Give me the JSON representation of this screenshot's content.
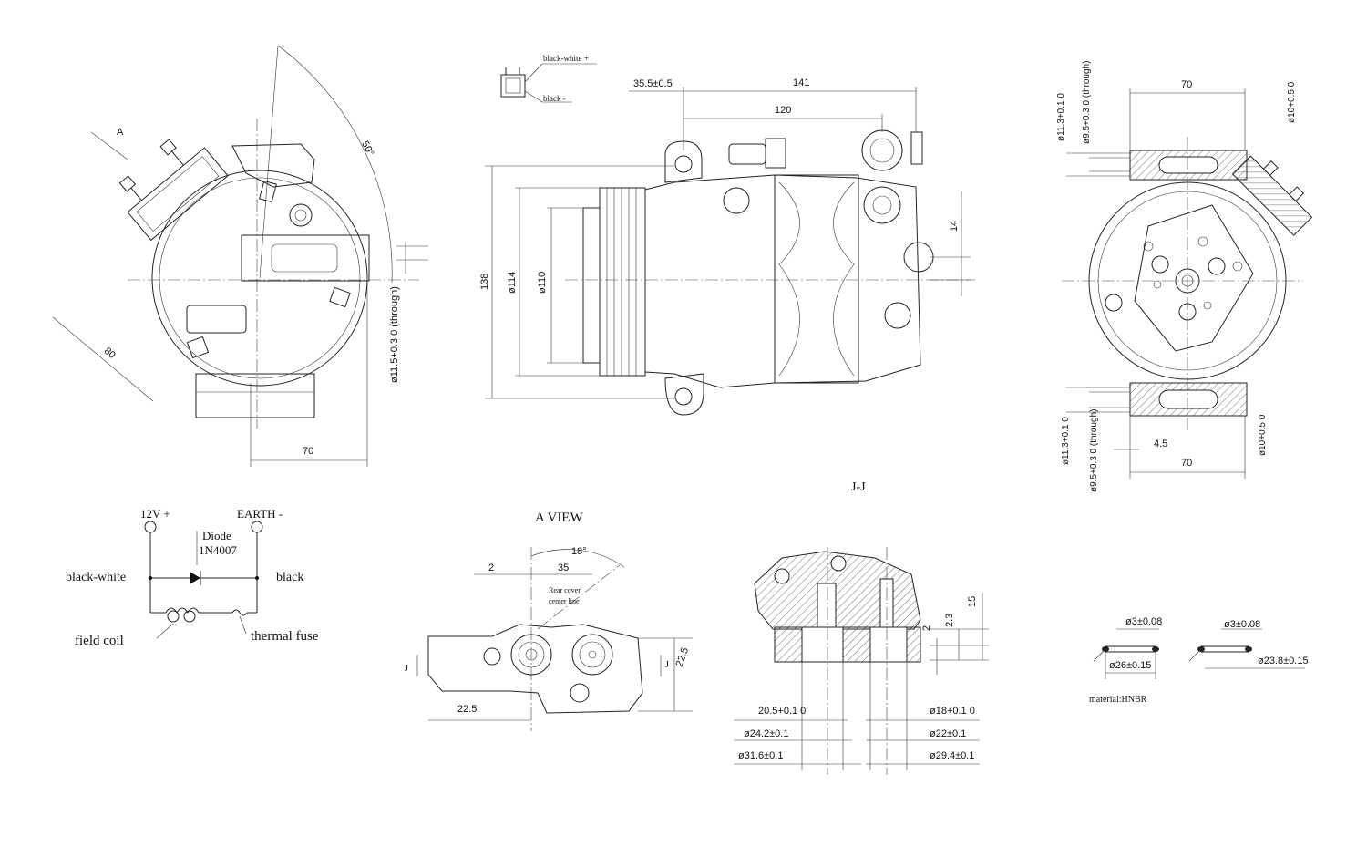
{
  "left_view": {
    "dim_A": "A",
    "dim_50": "50°",
    "dim_80": "80",
    "dim_70": "70",
    "dim_hole": "ø11.5+0.3 0 (through)"
  },
  "connector": {
    "black_white": "black-white +",
    "black": "black -"
  },
  "side_view": {
    "dim_35_5": "35.5±0.5",
    "dim_141": "141",
    "dim_120": "120",
    "dim_138": "138",
    "dim_114": "ø114",
    "dim_110": "ø110",
    "dim_14": "14"
  },
  "right_view": {
    "dim_70_top": "70",
    "dim_113_top": "ø11.3+0.1 0",
    "dim_95_top": "ø9.5+0.3 0 (through)",
    "dim_10_top": "ø10+0.5 0",
    "dim_113_bot": "ø11.3+0.1 0",
    "dim_95_bot": "ø9.5+0.3 0 (through)",
    "dim_4_5": "4.5",
    "dim_70_bot": "70",
    "dim_10_bot": "ø10+0.5 0"
  },
  "section_label": "J-J",
  "circuit": {
    "v12": "12V +",
    "earth": "EARTH -",
    "diode": "Diode",
    "diode_part": "1N4007",
    "black_white": "black-white",
    "black": "black",
    "field_coil": "field coil",
    "thermal_fuse": "thermal fuse"
  },
  "a_view": {
    "title": "A VIEW",
    "dim_18": "18°",
    "dim_2": "2",
    "dim_35": "35",
    "rear_cover_1": "Rear cover",
    "rear_cover_2": "center line",
    "dim_22_5_r": "22.5",
    "dim_22_5_b": "22.5",
    "j_left": "J",
    "j_right": "J"
  },
  "section_dims": {
    "dim_15": "15",
    "dim_2": "2",
    "dim_2_3": "2.3",
    "d20_5": "20.5+0.1 0",
    "d24_2": "ø24.2±0.1",
    "d31_6": "ø31.6±0.1",
    "d18": "ø18+0.1 0",
    "d22": "ø22±0.1",
    "d29_4": "ø29.4±0.1"
  },
  "orings": {
    "d3_a": "ø3±0.08",
    "d26": "ø26±0.15",
    "d3_b": "ø3±0.08",
    "d23_8": "ø23.8±0.15",
    "material": "material:HNBR"
  }
}
